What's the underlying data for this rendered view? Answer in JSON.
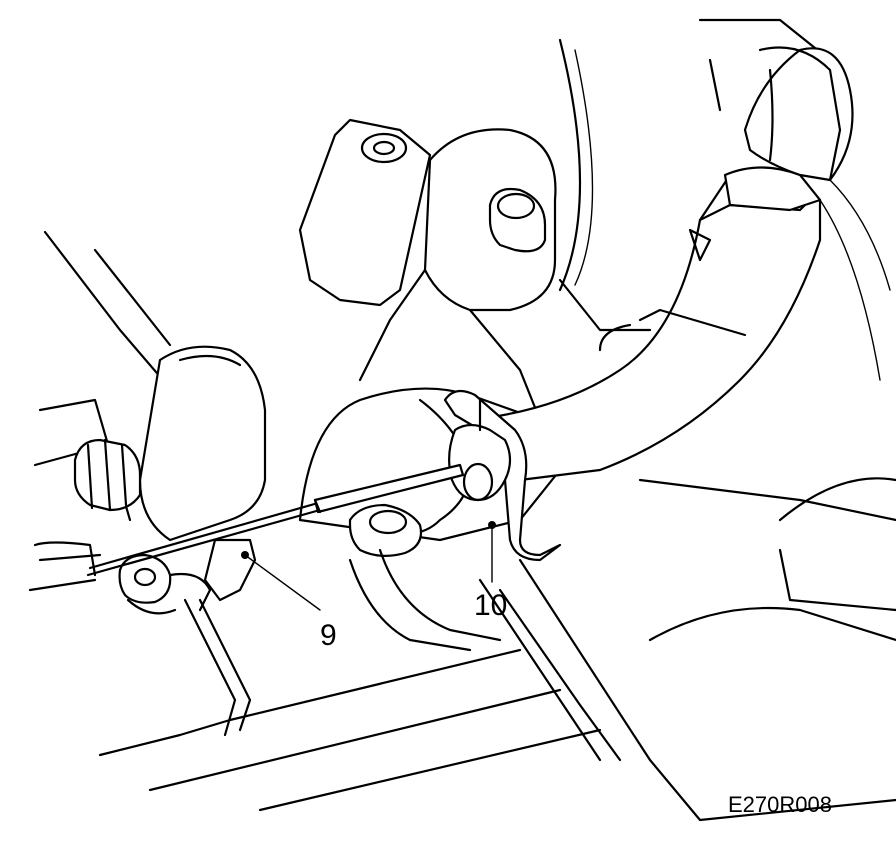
{
  "callouts": [
    {
      "id": "9",
      "label": "9"
    },
    {
      "id": "10",
      "label": "10"
    }
  ],
  "figure_code": "E270R008",
  "colors": {
    "line": "#000000",
    "background": "#ffffff"
  }
}
